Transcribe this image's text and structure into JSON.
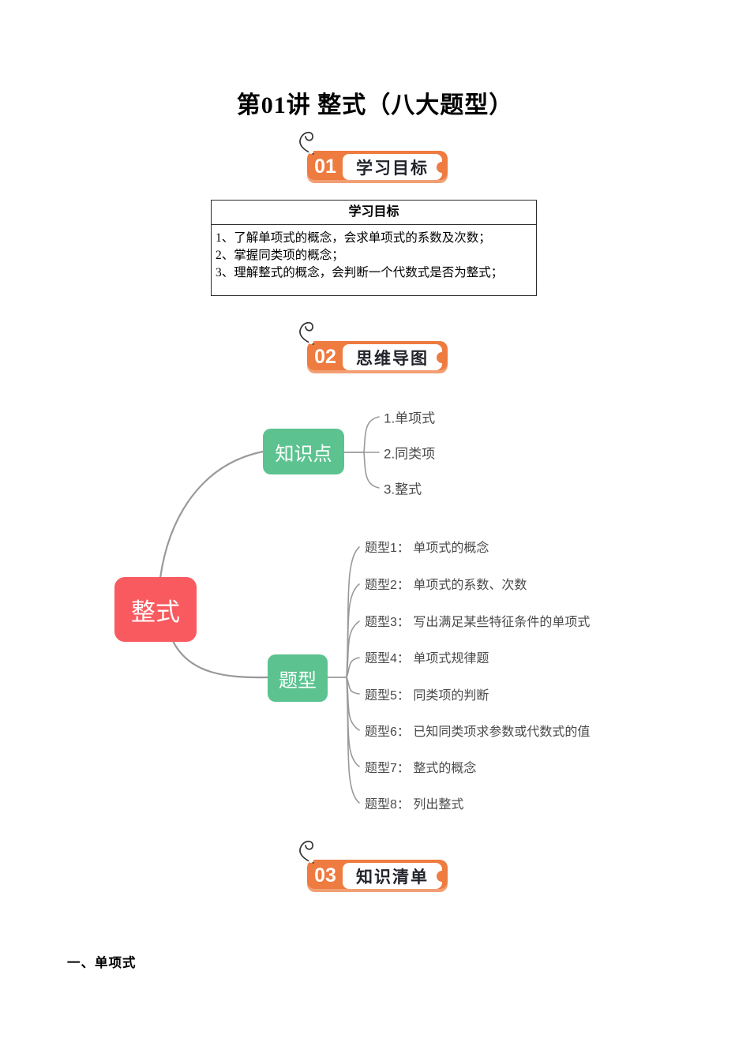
{
  "page": {
    "title": "第01讲 整式（八大题型）",
    "section_heading": "一、单项式"
  },
  "badges": [
    {
      "num": "01",
      "label": "学习目标"
    },
    {
      "num": "02",
      "label": "思维导图"
    },
    {
      "num": "03",
      "label": "知识清单"
    }
  ],
  "objectives_table": {
    "header": "学习目标",
    "items": [
      "1、了解单项式的概念，会求单项式的系数及次数；",
      "2、掌握同类项的概念；",
      "3、理解整式的概念，会判断一个代数式是否为整式；"
    ]
  },
  "mindmap": {
    "root": "整式",
    "branches": [
      {
        "label": "知识点",
        "children": [
          "1.单项式",
          "2.同类项",
          "3.整式"
        ]
      },
      {
        "label": "题型",
        "children": [
          "题型1： 单项式的概念",
          "题型2： 单项式的系数、次数",
          "题型3： 写出满足某些特征条件的单项式",
          "题型4： 单项式规律题",
          "题型5： 同类项的判断",
          "题型6： 已知同类项求参数或代数式的值",
          "题型7： 整式的概念",
          "题型8： 列出整式"
        ]
      }
    ]
  },
  "colors": {
    "accent_orange": "#ee7b3f",
    "node_red": "#f95a5f",
    "node_green": "#5cc390",
    "connector_gray": "#999999"
  }
}
